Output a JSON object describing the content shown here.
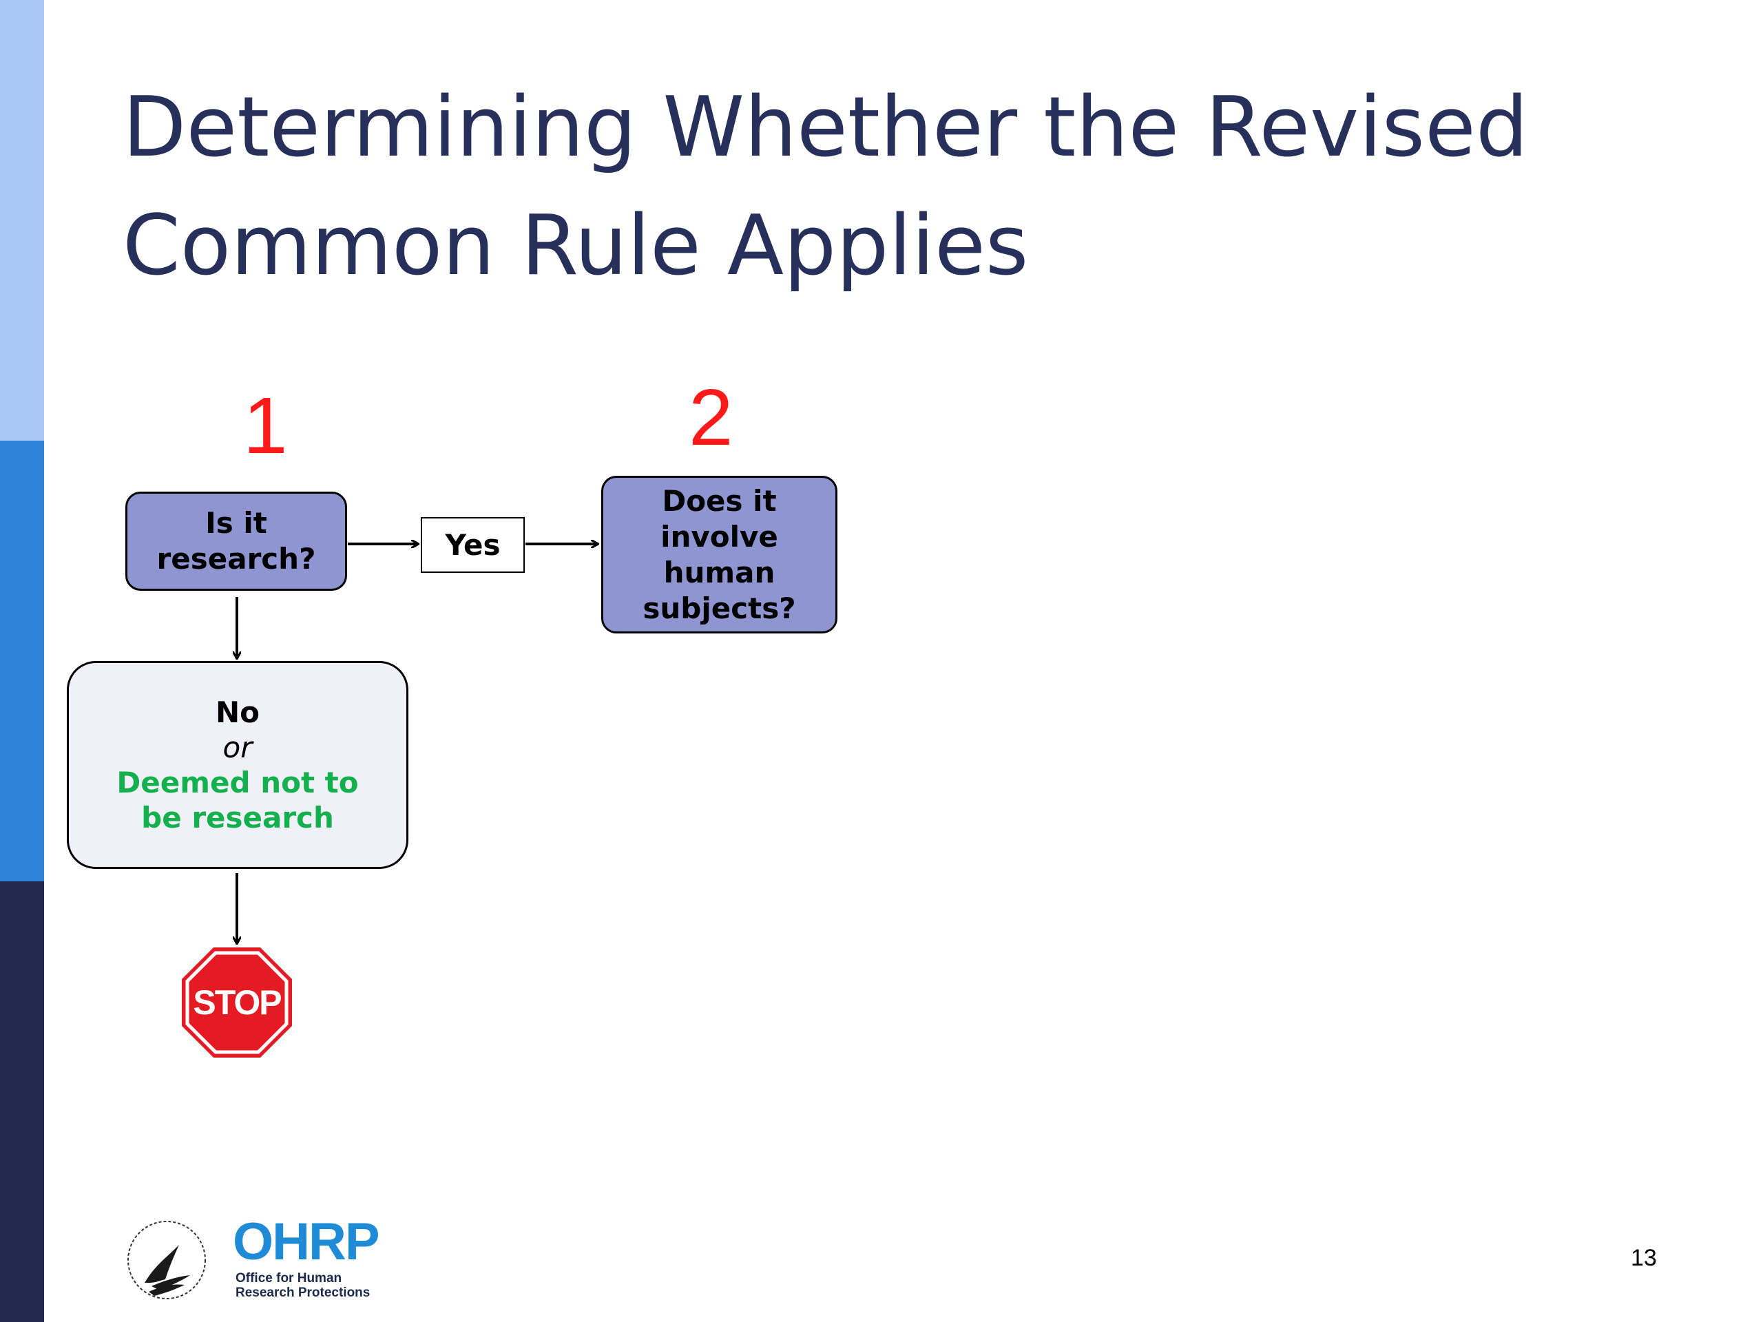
{
  "slide": {
    "title": "Determining Whether the Revised Common Rule Applies",
    "page_number": "13"
  },
  "flowchart": {
    "step_numbers": [
      "1",
      "2"
    ],
    "question_research": "Is it research?",
    "yes_label": "Yes",
    "question_human_subjects": "Does it involve human subjects?",
    "no_label": "No",
    "or_label": "or",
    "deemed_label": "Deemed not to be research",
    "stop_label": "STOP"
  },
  "logo": {
    "acronym": "OHRP",
    "subtitle": "Office for Human\nResearch Protections"
  },
  "colors": {
    "title": "#27305a",
    "step_number": "#ff1a1a",
    "question_box": "#8e95d0",
    "deemed_text": "#14b04d",
    "stop_sign": "#e41b23",
    "sidebar": [
      "#a9c8f4",
      "#2f83d8",
      "#222a4e"
    ]
  }
}
